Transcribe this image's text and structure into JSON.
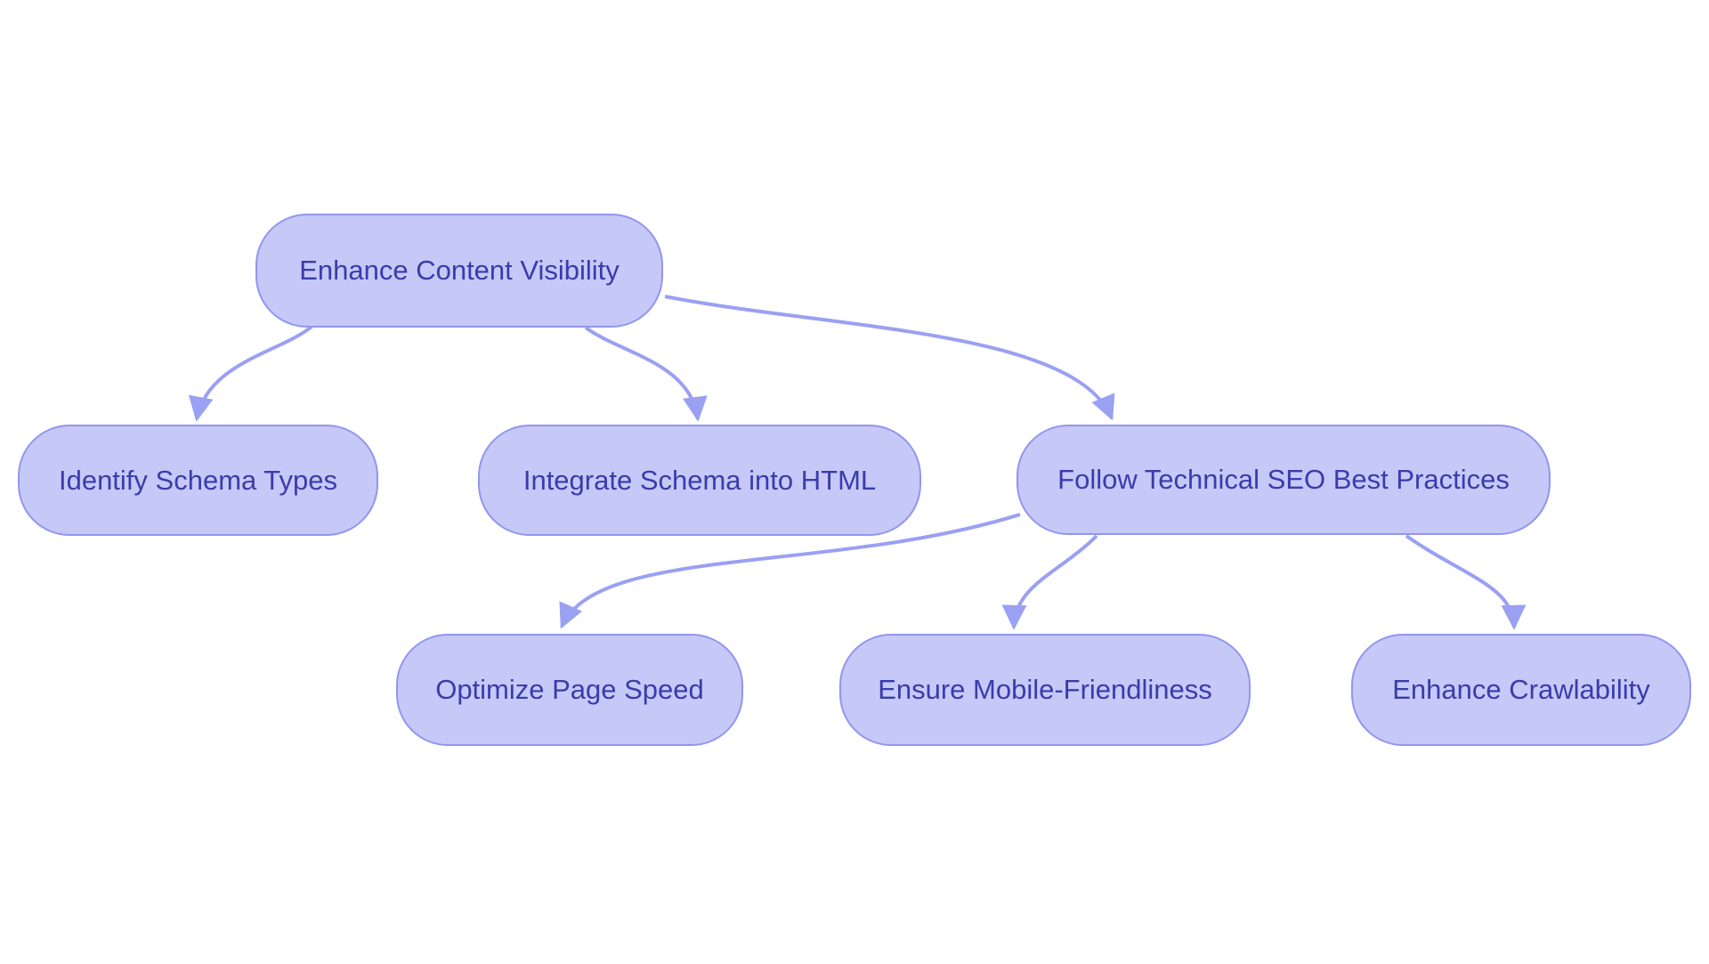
{
  "diagram": {
    "type": "flowchart",
    "direction": "top-down",
    "background": "#ffffff"
  },
  "colors": {
    "node-fill": "#c6c8f8",
    "node-border": "#9196ee",
    "node-text": "#3a3caa",
    "arrow": "#9aa0f2"
  },
  "nodes": [
    {
      "id": "enhance-content-visibility",
      "label": "Enhance Content Visibility"
    },
    {
      "id": "identify-schema-types",
      "label": "Identify Schema Types"
    },
    {
      "id": "integrate-schema-into-html",
      "label": "Integrate Schema into HTML"
    },
    {
      "id": "follow-technical-seo-best-practices",
      "label": "Follow Technical SEO Best Practices"
    },
    {
      "id": "optimize-page-speed",
      "label": "Optimize Page Speed"
    },
    {
      "id": "ensure-mobile-friendliness",
      "label": "Ensure Mobile-Friendliness"
    },
    {
      "id": "enhance-crawlability",
      "label": "Enhance Crawlability"
    }
  ],
  "edges": [
    {
      "from": "enhance-content-visibility",
      "to": "identify-schema-types"
    },
    {
      "from": "enhance-content-visibility",
      "to": "integrate-schema-into-html"
    },
    {
      "from": "enhance-content-visibility",
      "to": "follow-technical-seo-best-practices"
    },
    {
      "from": "follow-technical-seo-best-practices",
      "to": "optimize-page-speed"
    },
    {
      "from": "follow-technical-seo-best-practices",
      "to": "ensure-mobile-friendliness"
    },
    {
      "from": "follow-technical-seo-best-practices",
      "to": "enhance-crawlability"
    }
  ]
}
